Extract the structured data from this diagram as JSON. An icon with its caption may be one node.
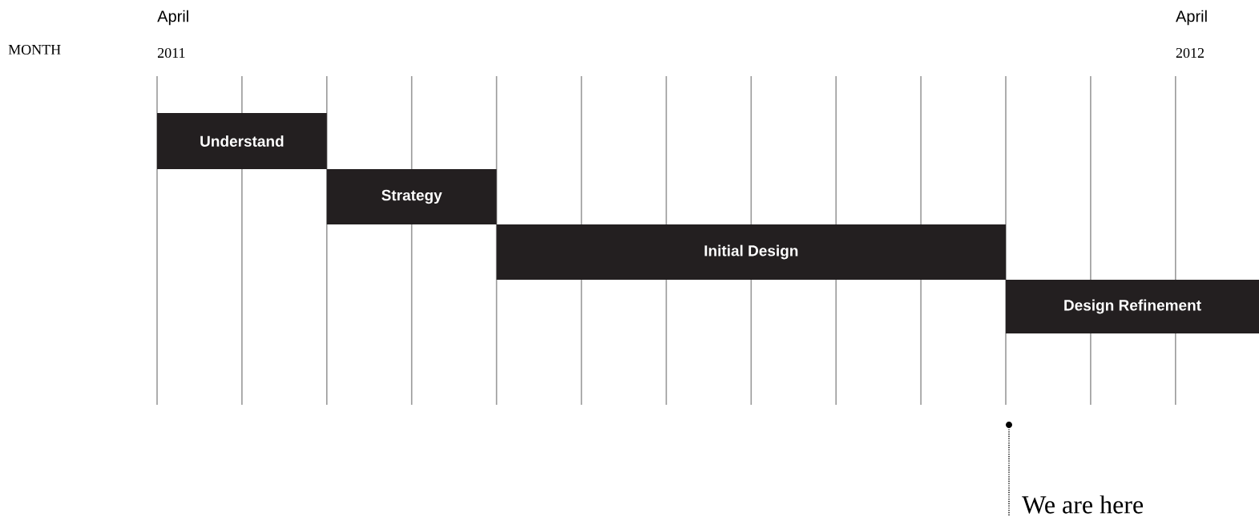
{
  "diagram": {
    "nodes": [
      {
        "text": [
          "Understand"
        ]
      },
      {
        "text": [
          "Strategy"
        ]
      },
      {
        "text": [
          "Initial Design"
        ]
      },
      {
        "text": [
          "Design Refinement"
        ]
      },
      {
        "text": [
          "We are here"
        ]
      },
      {
        "text": [],
        "shape": "circle"
      }
    ],
    "edges": [
      {
        "from": 4,
        "to": 5,
        "arrow": "none",
        "style": "dashed"
      }
    ],
    "labels": [
      "April",
      "April",
      "MONTH",
      "2011",
      "2012"
    ]
  }
}
